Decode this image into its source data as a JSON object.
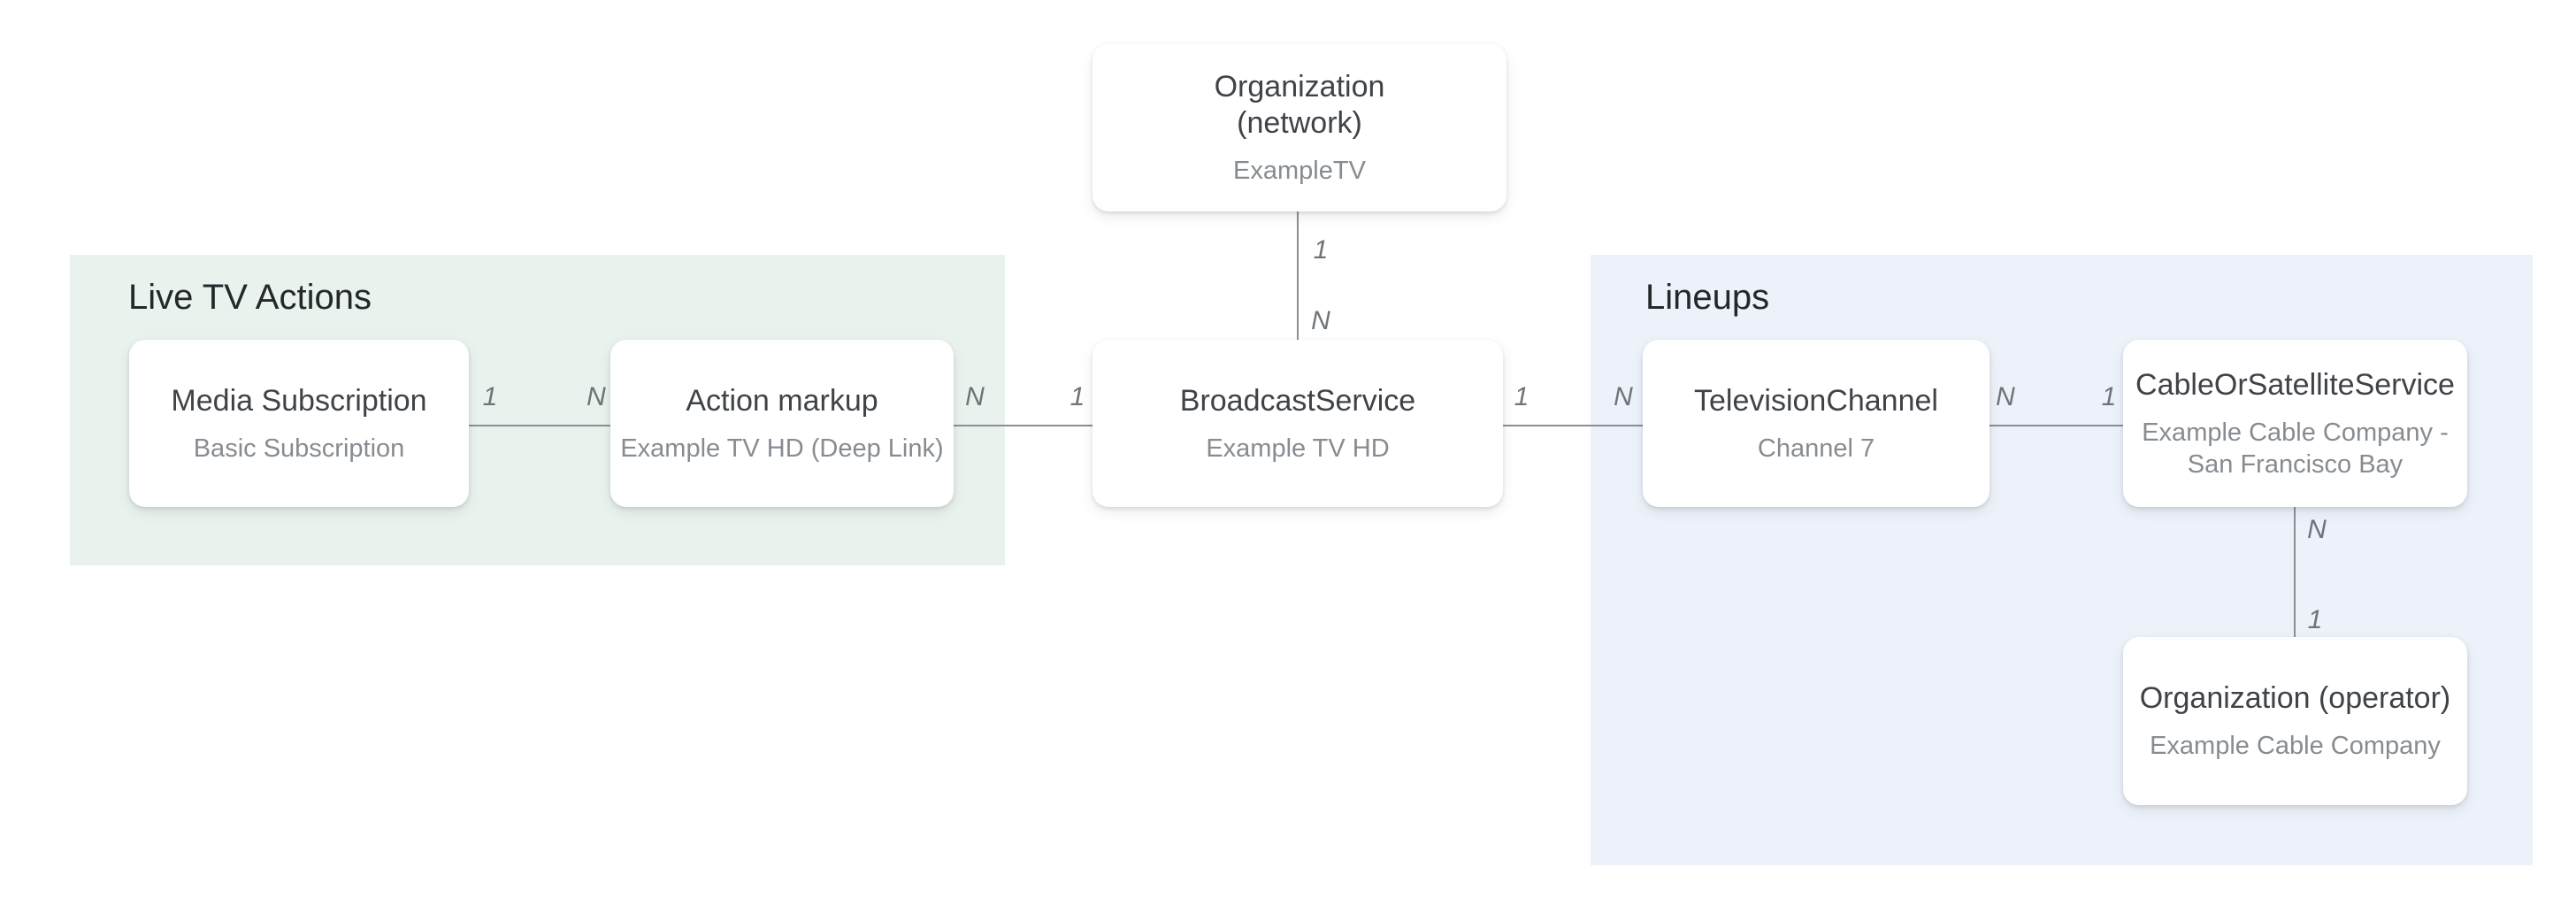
{
  "diagram": {
    "description_labels": {
      "live_tv_actions": "Live TV Actions",
      "lineups": "Lineups"
    }
  },
  "regions": {
    "live_tv_actions": {
      "label": "Live TV Actions",
      "bg_color": "#E9F2EC"
    },
    "lineups": {
      "label": "Lineups",
      "bg_color": "#EDF1FA"
    }
  },
  "nodes": {
    "organization_network": {
      "title_line1": "Organization",
      "title_line2": "(network)",
      "subtitle": "ExampleTV"
    },
    "media_subscription": {
      "title": "Media Subscription",
      "subtitle": "Basic Subscription"
    },
    "action_markup": {
      "title": "Action markup",
      "subtitle": "Example TV HD (Deep Link)"
    },
    "broadcast_service": {
      "title": "BroadcastService",
      "subtitle": "Example TV HD"
    },
    "television_channel": {
      "title": "TelevisionChannel",
      "subtitle": "Channel 7"
    },
    "cable_or_satellite_service": {
      "title": "CableOrSatelliteService",
      "subtitle_line1": "Example Cable Company -",
      "subtitle_line2": "San Francisco Bay"
    },
    "organization_operator": {
      "title": "Organization (operator)",
      "subtitle": "Example Cable Company"
    }
  },
  "connectors": {
    "network_to_broadcast": {
      "start_label": "1",
      "end_label": "N"
    },
    "media_to_action": {
      "start_label": "1",
      "end_label": "N"
    },
    "action_to_broadcast": {
      "start_label": "N",
      "end_label": "1"
    },
    "broadcast_to_channel": {
      "start_label": "1",
      "end_label": "N"
    },
    "channel_to_cable": {
      "start_label": "N",
      "end_label": "1"
    },
    "cable_to_operator": {
      "start_label": "N",
      "end_label": "1"
    }
  },
  "colors": {
    "background": "#FFFFFF",
    "live_tv_actions_bg": "#E9F2EC",
    "lineups_bg": "#EDF1FA",
    "node_bg": "#FFFFFF",
    "node_title": "#3F4348",
    "node_subtitle": "#868C91",
    "region_label": "#24282B",
    "connector_line": "#8A8F94",
    "cardinality_label": "#6E7479"
  }
}
